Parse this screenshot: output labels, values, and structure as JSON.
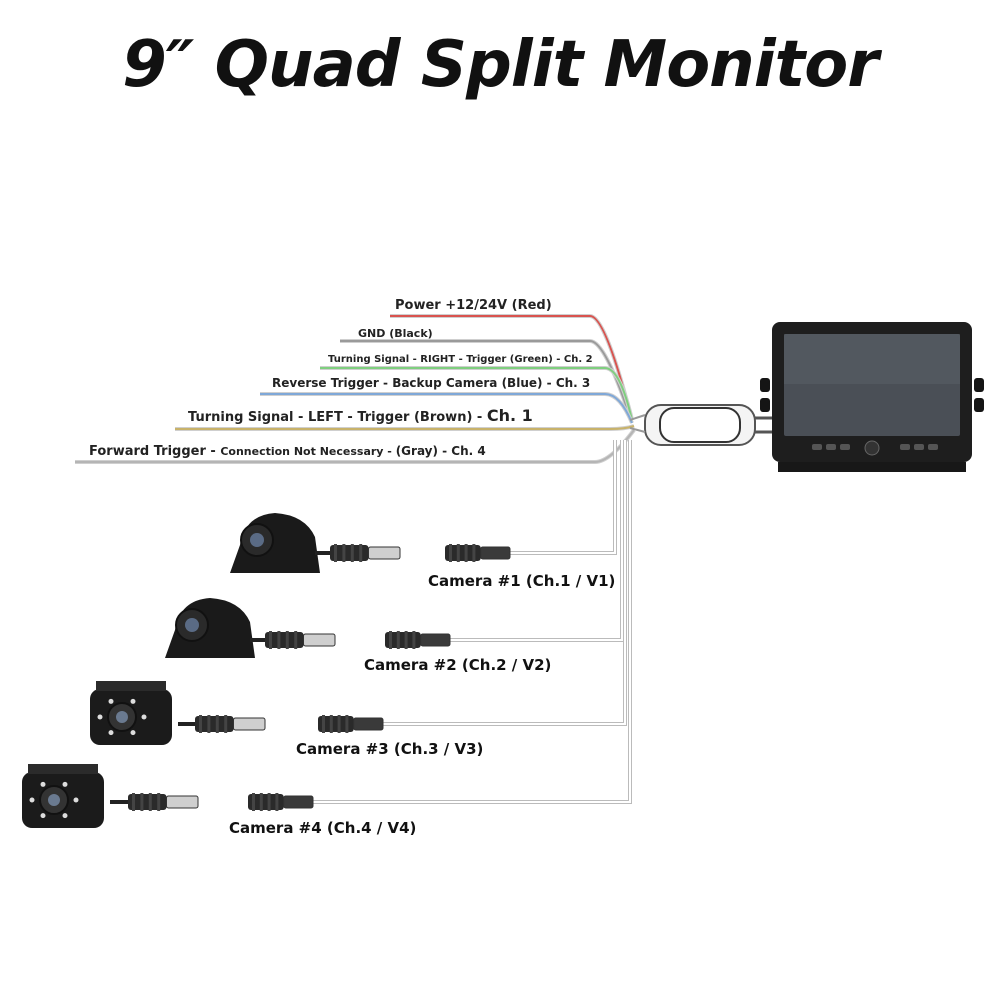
{
  "title": "9″ Quad Split Monitor",
  "wires": [
    {
      "id": "power",
      "parts": [
        {
          "t": "Power +12/24V (Red)",
          "s": 13
        }
      ],
      "color": "#d9534f"
    },
    {
      "id": "gnd",
      "parts": [
        {
          "t": "GND (Black)",
          "s": 11
        }
      ],
      "color": "#9a9a9a"
    },
    {
      "id": "right",
      "parts": [
        {
          "t": "Turning Signal - RIGHT - Trigger (Green) - Ch. 2",
          "s": 10
        }
      ],
      "color": "#7fcf7f"
    },
    {
      "id": "reverse",
      "parts": [
        {
          "t": "Reverse Trigger - Backup Camera (Blue) - Ch. 3",
          "s": 12
        }
      ],
      "color": "#7fa8d8"
    },
    {
      "id": "left",
      "parts": [
        {
          "t": "Turning Signal - LEFT - Trigger (Brown) - ",
          "s": 13
        },
        {
          "t": "Ch. 1",
          "s": 16
        }
      ],
      "color": "#c8b26a"
    },
    {
      "id": "forward",
      "parts": [
        {
          "t": "Forward Trigger - ",
          "s": 13
        },
        {
          "t": "Connection Not Necessary - ",
          "s": 11
        },
        {
          "t": "(Gray) - Ch. 4",
          "s": 12
        }
      ],
      "color": "#b5b5b5"
    }
  ],
  "cameras": [
    {
      "label": "Camera #1 (Ch.1 / V1)",
      "type": "dome"
    },
    {
      "label": "Camera #2 (Ch.2 / V2)",
      "type": "dome"
    },
    {
      "label": "Camera #3 (Ch.3 / V3)",
      "type": "box"
    },
    {
      "label": "Camera #4 (Ch.4 / V4)",
      "type": "box"
    }
  ],
  "colors": {
    "monitor_body": "#1e1e1e",
    "screen": "#4a4f56",
    "cable": "#8a8a8a",
    "connector": "#2a2a2a"
  }
}
